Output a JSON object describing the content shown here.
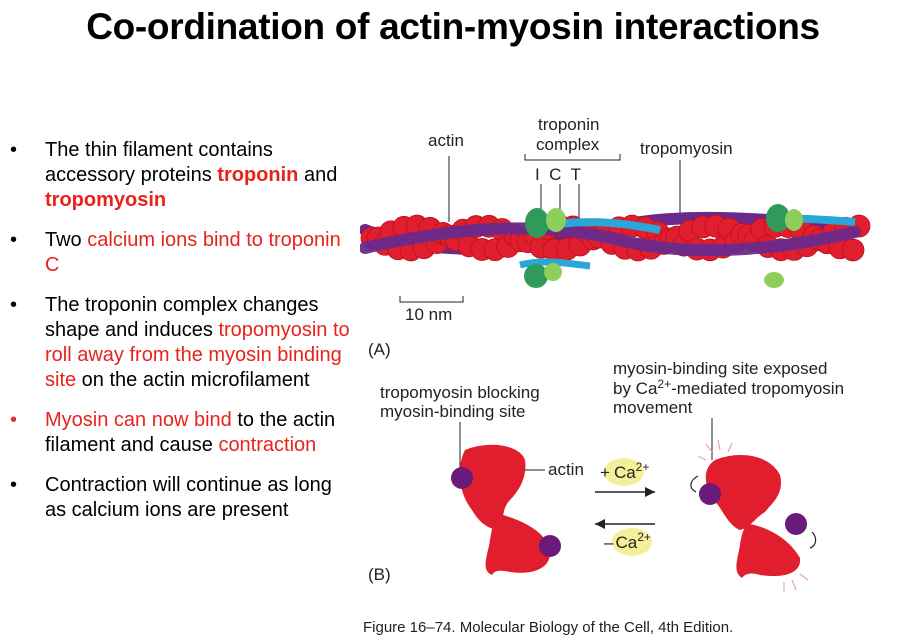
{
  "title": "Co-ordination of actin-myosin interactions",
  "bullets": [
    {
      "segments": [
        {
          "text": "The thin filament contains accessory proteins ",
          "style": "plain"
        },
        {
          "text": "troponin",
          "style": "red-bold"
        },
        {
          "text": " and ",
          "style": "plain"
        },
        {
          "text": "tropomyosin",
          "style": "red-bold"
        }
      ]
    },
    {
      "segments": [
        {
          "text": "Two ",
          "style": "plain"
        },
        {
          "text": "calcium ions bind to troponin C",
          "style": "red"
        }
      ]
    },
    {
      "segments": [
        {
          "text": "The troponin complex changes shape and induces ",
          "style": "plain"
        },
        {
          "text": "tropomyosin to roll away from the myosin binding site",
          "style": "red"
        },
        {
          "text": " on the actin microfilament",
          "style": "plain"
        }
      ]
    },
    {
      "red_bullet": true,
      "segments": [
        {
          "text": "Myosin can now bind",
          "style": "red"
        },
        {
          "text": " to the actin filament and cause ",
          "style": "plain"
        },
        {
          "text": "contraction",
          "style": "red"
        }
      ]
    },
    {
      "segments": [
        {
          "text": "Contraction will continue as long as calcium ions are present",
          "style": "plain"
        }
      ]
    }
  ],
  "figure": {
    "labels": {
      "actin_top": "actin",
      "troponin": "troponin",
      "complex": "complex",
      "subunits": "I  C  T",
      "tropomyosin": "tropomyosin",
      "scale": "10 nm",
      "panel_a": "(A)",
      "panel_b": "(B)",
      "blocking_line1": "tropomyosin blocking",
      "blocking_line2": "myosin-binding site",
      "exposed_line1": "myosin-binding site exposed",
      "exposed_line2_prefix": "by Ca",
      "exposed_line2_sup": "2+",
      "exposed_line2_suffix": "-mediated tropomyosin",
      "exposed_line3": "movement",
      "actin_mid": "actin",
      "plus_ca_sign": "+",
      "plus_ca": "Ca",
      "plus_ca_sup": "2+",
      "minus_ca_sign": "–",
      "minus_ca": "Ca",
      "minus_ca_sup": "2+"
    },
    "colors": {
      "actin": "#e01e2e",
      "tropomyosin": "#6a2a8c",
      "troponin_green": "#2f9a5a",
      "troponin_light": "#8dcf5a",
      "troponin_blue": "#2aa6d8",
      "calcium_highlight": "#f6ef9a"
    }
  },
  "caption": "Figure 16–74. Molecular Biology of the Cell, 4th Edition."
}
